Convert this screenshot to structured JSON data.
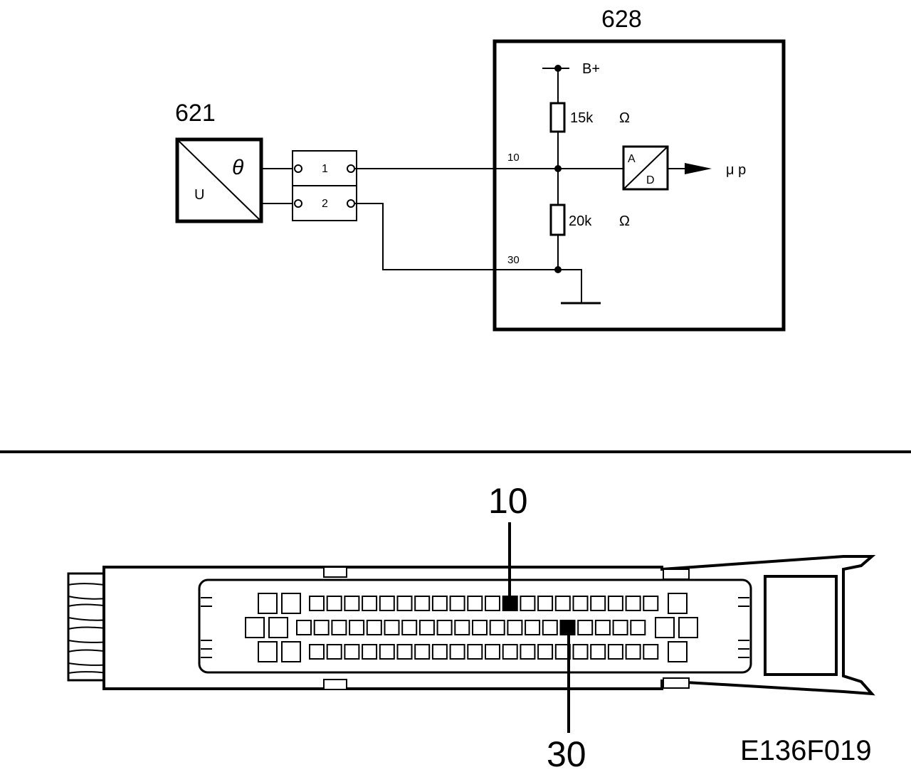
{
  "schematic": {
    "sensor": {
      "id": "621",
      "symbol_top": "θ",
      "symbol_bottom": "U"
    },
    "connector": {
      "pins": [
        "1",
        "2"
      ]
    },
    "ecu": {
      "id": "628",
      "supply": "B+",
      "resistor_top": {
        "value": "15k",
        "unit": "Ω"
      },
      "resistor_bottom": {
        "value": "20k",
        "unit": "Ω"
      },
      "adc": {
        "input": "A",
        "output": "D"
      },
      "output_label": "μ p",
      "pin_signal": "10",
      "pin_ground": "30"
    }
  },
  "connector_view": {
    "callout_top": "10",
    "callout_bottom": "30",
    "rows": [
      {
        "left_large": 2,
        "small": 20,
        "right_large": 1,
        "highlight_index": 11
      },
      {
        "left_large": 2,
        "small": 20,
        "right_large": 2,
        "highlight_index": 15
      },
      {
        "left_large": 2,
        "small": 20,
        "right_large": 1,
        "highlight_index": -1
      }
    ]
  },
  "figure_code": "E136F019"
}
